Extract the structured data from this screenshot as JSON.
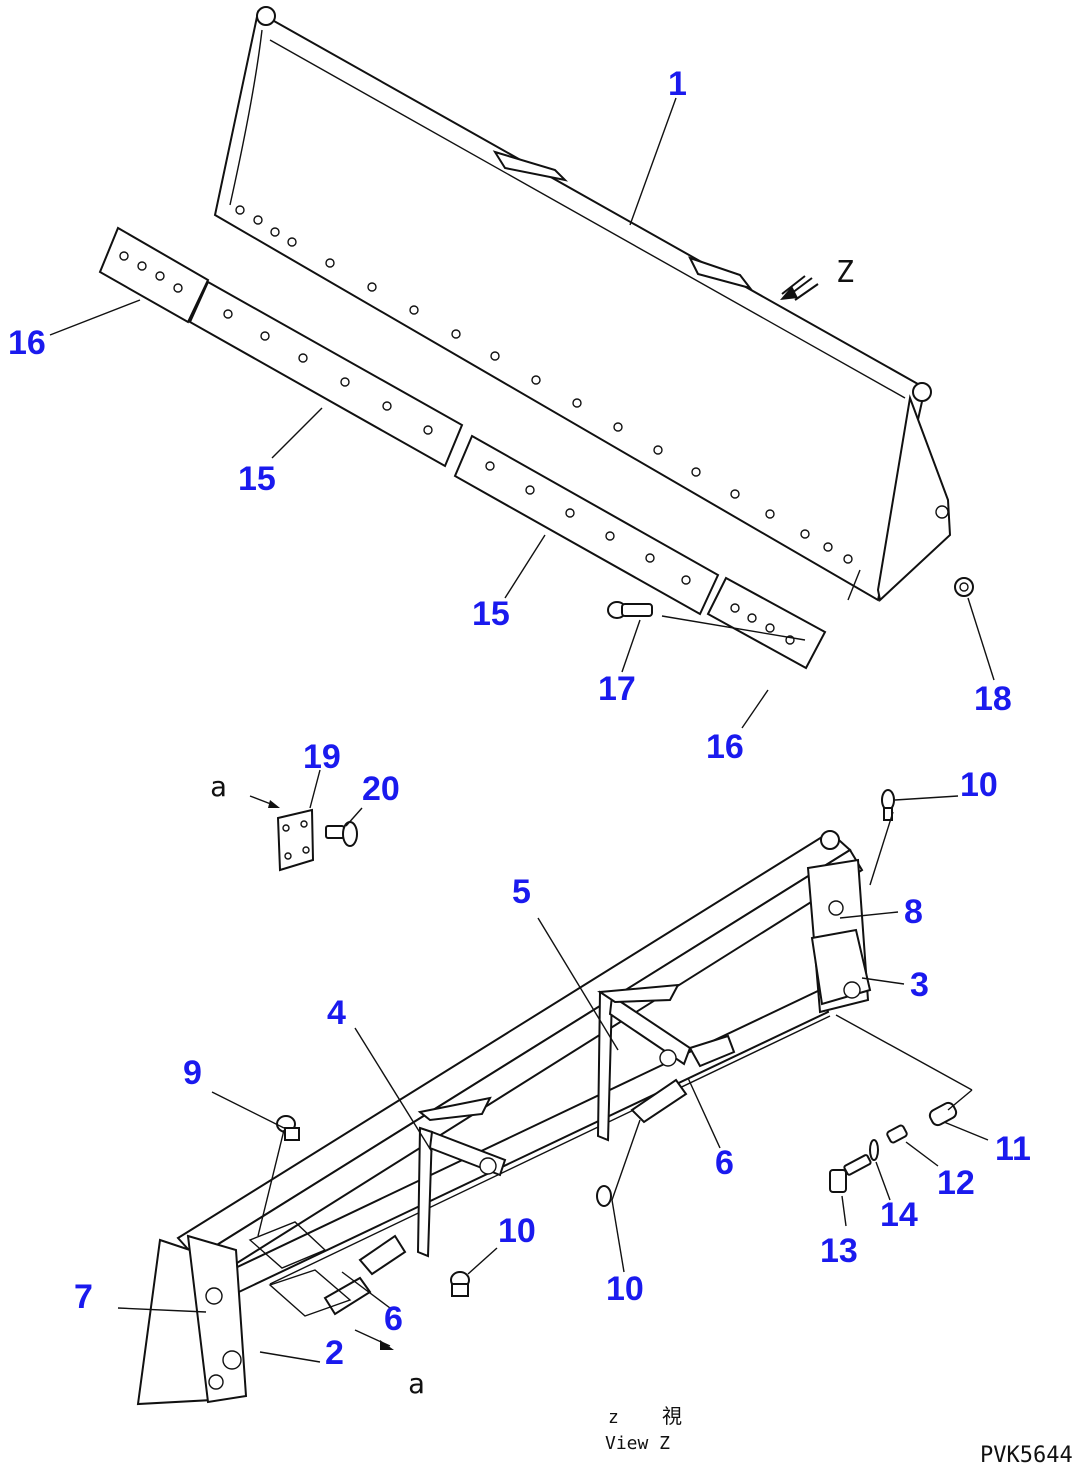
{
  "labels": {
    "p1": "1",
    "p2": "2",
    "p3": "3",
    "p4": "4",
    "p5": "5",
    "p6a": "6",
    "p6b": "6",
    "p7": "7",
    "p8": "8",
    "p9": "9",
    "p10a": "10",
    "p10b": "10",
    "p10c": "10",
    "p11": "11",
    "p12": "12",
    "p13": "13",
    "p14": "14",
    "p15a": "15",
    "p15b": "15",
    "p16a": "16",
    "p16b": "16",
    "p17": "17",
    "p18": "18",
    "p19": "19",
    "p20": "20"
  },
  "view_markers": {
    "z": "Z",
    "a_top": "a",
    "a_bottom": "a"
  },
  "view_caption": {
    "line1_letter": "z",
    "line1_kanji": "視",
    "line2": "View Z"
  },
  "drawing_code": "PVK5644",
  "colors": {
    "label": "#1a1aee",
    "line": "#111111",
    "background": "#ffffff"
  }
}
